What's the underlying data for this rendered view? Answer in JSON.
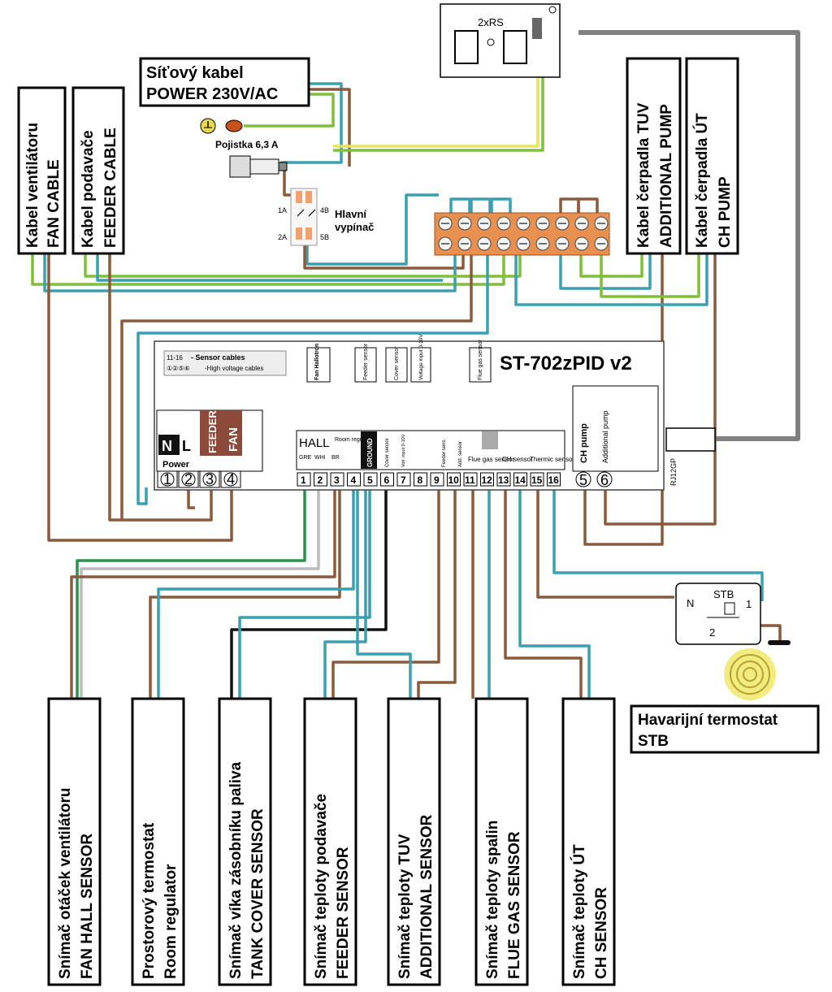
{
  "controller": {
    "model": "ST-702zPID v2",
    "legend_line1": "- Sensor cables",
    "legend_line2": "-High voltage cables",
    "legend_symbol1": "11-16",
    "legend_symbol2": "①②⑤⑥",
    "power_block": {
      "n": "N",
      "l": "L",
      "feeder": "FEEDER",
      "fan": "FAN",
      "power": "Power"
    },
    "hv_terminals": [
      "1",
      "2",
      "3",
      "4"
    ],
    "pump_terminals": [
      "5",
      "6"
    ],
    "pump_labels": {
      "ch": "CH pump",
      "additional": "Additional pump"
    },
    "low_terminals": [
      "1",
      "2",
      "3",
      "4",
      "5",
      "6",
      "7",
      "8",
      "9",
      "10",
      "11",
      "12",
      "13",
      "14",
      "15",
      "16"
    ],
    "hall_label": "HALL",
    "hall_sub": [
      "GRE",
      "WHI",
      "BR"
    ],
    "room_regulator": "Room regulator",
    "ground": "GROUND",
    "cover_sensor_small": "Cover sensor",
    "volt_input_small": "Volt. input 0-10V",
    "feeder_sens_small": "Feeder sens.",
    "add_sensor_small": "Add. sensor",
    "flue_gas_sensor_small": "Flue gas sensor",
    "ch_sensor_small": "CH sensor",
    "thermic_sensor_small": "Thermic sensor",
    "top_labels": {
      "fan_hallotron": "Fan Hallotron",
      "feeder_sensor": "Feeder sensor",
      "cover_sensor": "Cover sensor",
      "voltage_input": "Voltage input 0-10V",
      "flue_gas_sensor": "Flue gas sensor"
    },
    "rj_label": "RJ12GP"
  },
  "rs_module": {
    "label": "2xRS"
  },
  "power_cable": {
    "line1": "Síťový kabel",
    "line2": "POWER 230V/AC"
  },
  "fuse": {
    "label": "Pojistka 6,3 A"
  },
  "main_switch": {
    "label_line1": "Hlavní",
    "label_line2": "vypínač",
    "pins": [
      "1A",
      "4B",
      "2A",
      "5B"
    ]
  },
  "fan_cable": {
    "line1": "Kabel ventilátoru",
    "line2": "FAN CABLE"
  },
  "feeder_cable": {
    "line1": "Kabel podavače",
    "line2": "FEEDER CABLE"
  },
  "tuv_pump": {
    "line1": "Kabel čerpadla TUV",
    "line2": "ADDITIONAL PUMP"
  },
  "ch_pump": {
    "line1": "Kabel čerpadla ÚT",
    "line2": "CH PUMP"
  },
  "stb": {
    "title": "STB",
    "n": "N",
    "pin1": "1",
    "pin2": "2",
    "label_line1": "Havarijní termostat",
    "label_line2": "STB"
  },
  "sensors": [
    {
      "line1": "Snímač otáček ventilátoru",
      "line2": "FAN HALL SENSOR"
    },
    {
      "line1": "Prostorový termostat",
      "line2": "Room regulator"
    },
    {
      "line1": "Snímač víka zásobníku paliva",
      "line2": "TANK COVER SENSOR"
    },
    {
      "line1": "Snímač teploty podavače",
      "line2": "FEEDER SENSOR"
    },
    {
      "line1": "Snímač teploty TUV",
      "line2": "ADDITIONAL SENSOR"
    },
    {
      "line1": "Snímač teploty spalin",
      "line2": "FLUE GAS SENSOR"
    },
    {
      "line1": "Snímač teploty ÚT",
      "line2": "CH SENSOR"
    }
  ],
  "colors": {
    "brown": "#8b5a3c",
    "blue": "#3aa0b0",
    "green": "#7fbf3a",
    "terminal": "#e89050",
    "feeder_box": "#8b4a3a"
  }
}
